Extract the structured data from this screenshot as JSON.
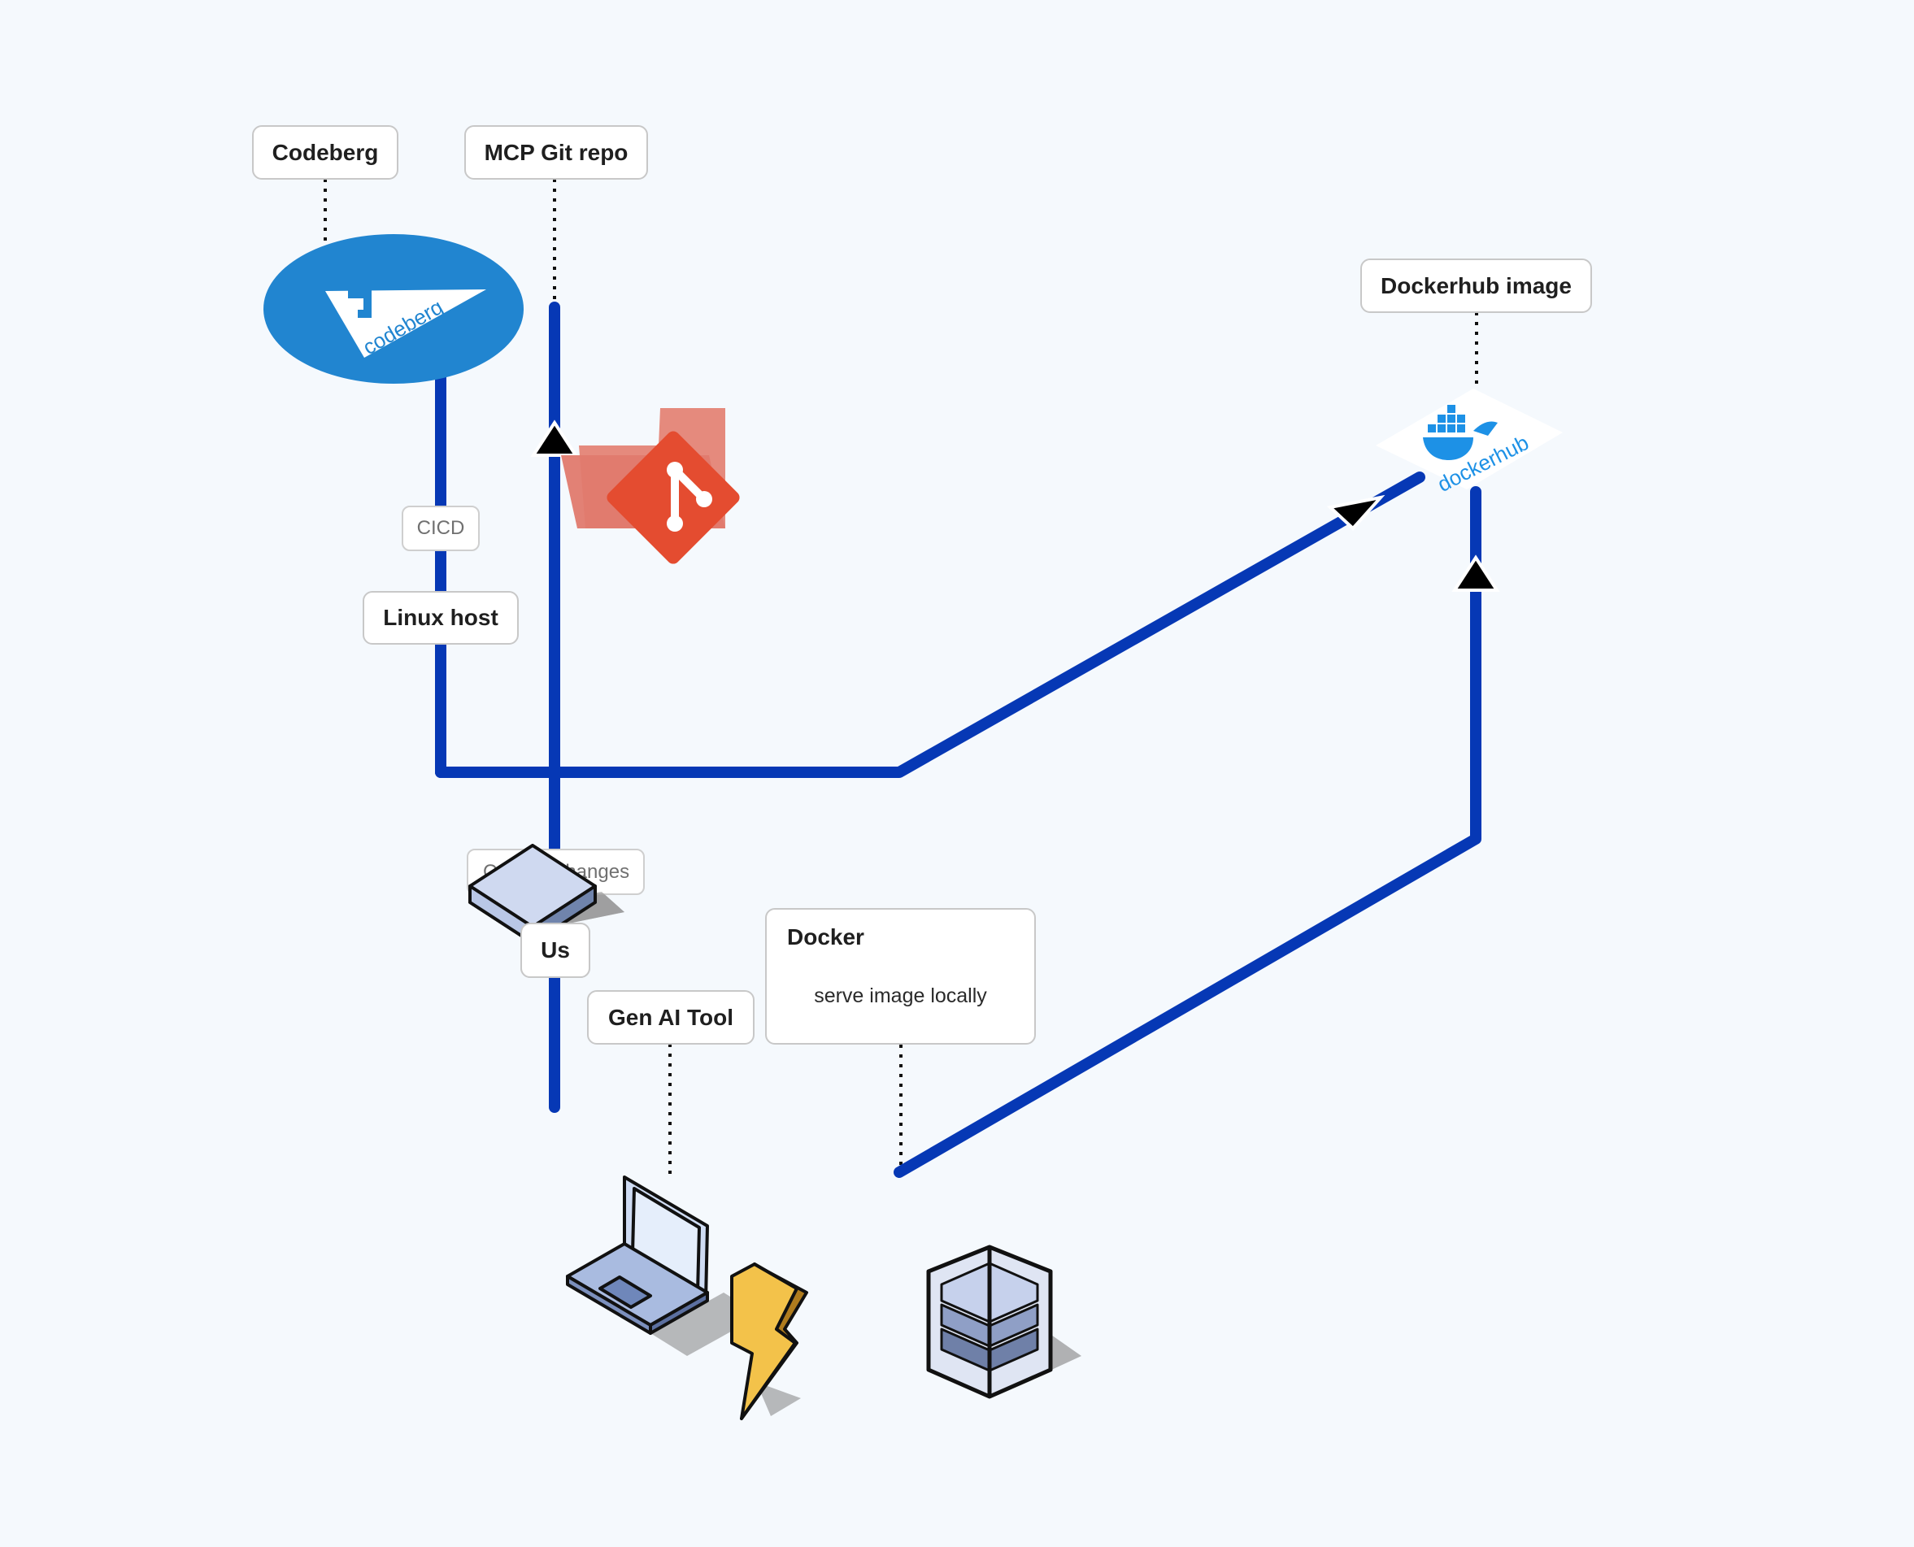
{
  "nodes": {
    "codeberg": {
      "label": "Codeberg",
      "icon": "codeberg-logo-icon",
      "logo_text": "codeberg"
    },
    "mcp_git_repo": {
      "label": "MCP Git repo",
      "icon": "git-folder-icon"
    },
    "dockerhub_image": {
      "label": "Dockerhub image",
      "icon": "dockerhub-logo-icon",
      "logo_text": "dockerhub"
    },
    "linux_host": {
      "label": "Linux host"
    },
    "us": {
      "label": "Us",
      "icon": "server-block-icon"
    },
    "gen_ai_tool": {
      "label": "Gen AI Tool",
      "icon": "laptop-icon"
    },
    "docker": {
      "title": "Docker",
      "subtitle": "serve image locally",
      "icon": "container-stack-icon"
    },
    "lightning": {
      "icon": "lightning-bolt-icon"
    }
  },
  "edges": {
    "cicd": {
      "label": "CICD"
    },
    "changes": {
      "label": "Commit changes"
    }
  },
  "colors": {
    "edge": "#0638b5",
    "background": "#f5f9fd",
    "codeberg_blue": "#2185d0",
    "git_red": "#e44c30",
    "docker_blue": "#1d91e6",
    "bolt_yellow": "#f3c24a"
  }
}
